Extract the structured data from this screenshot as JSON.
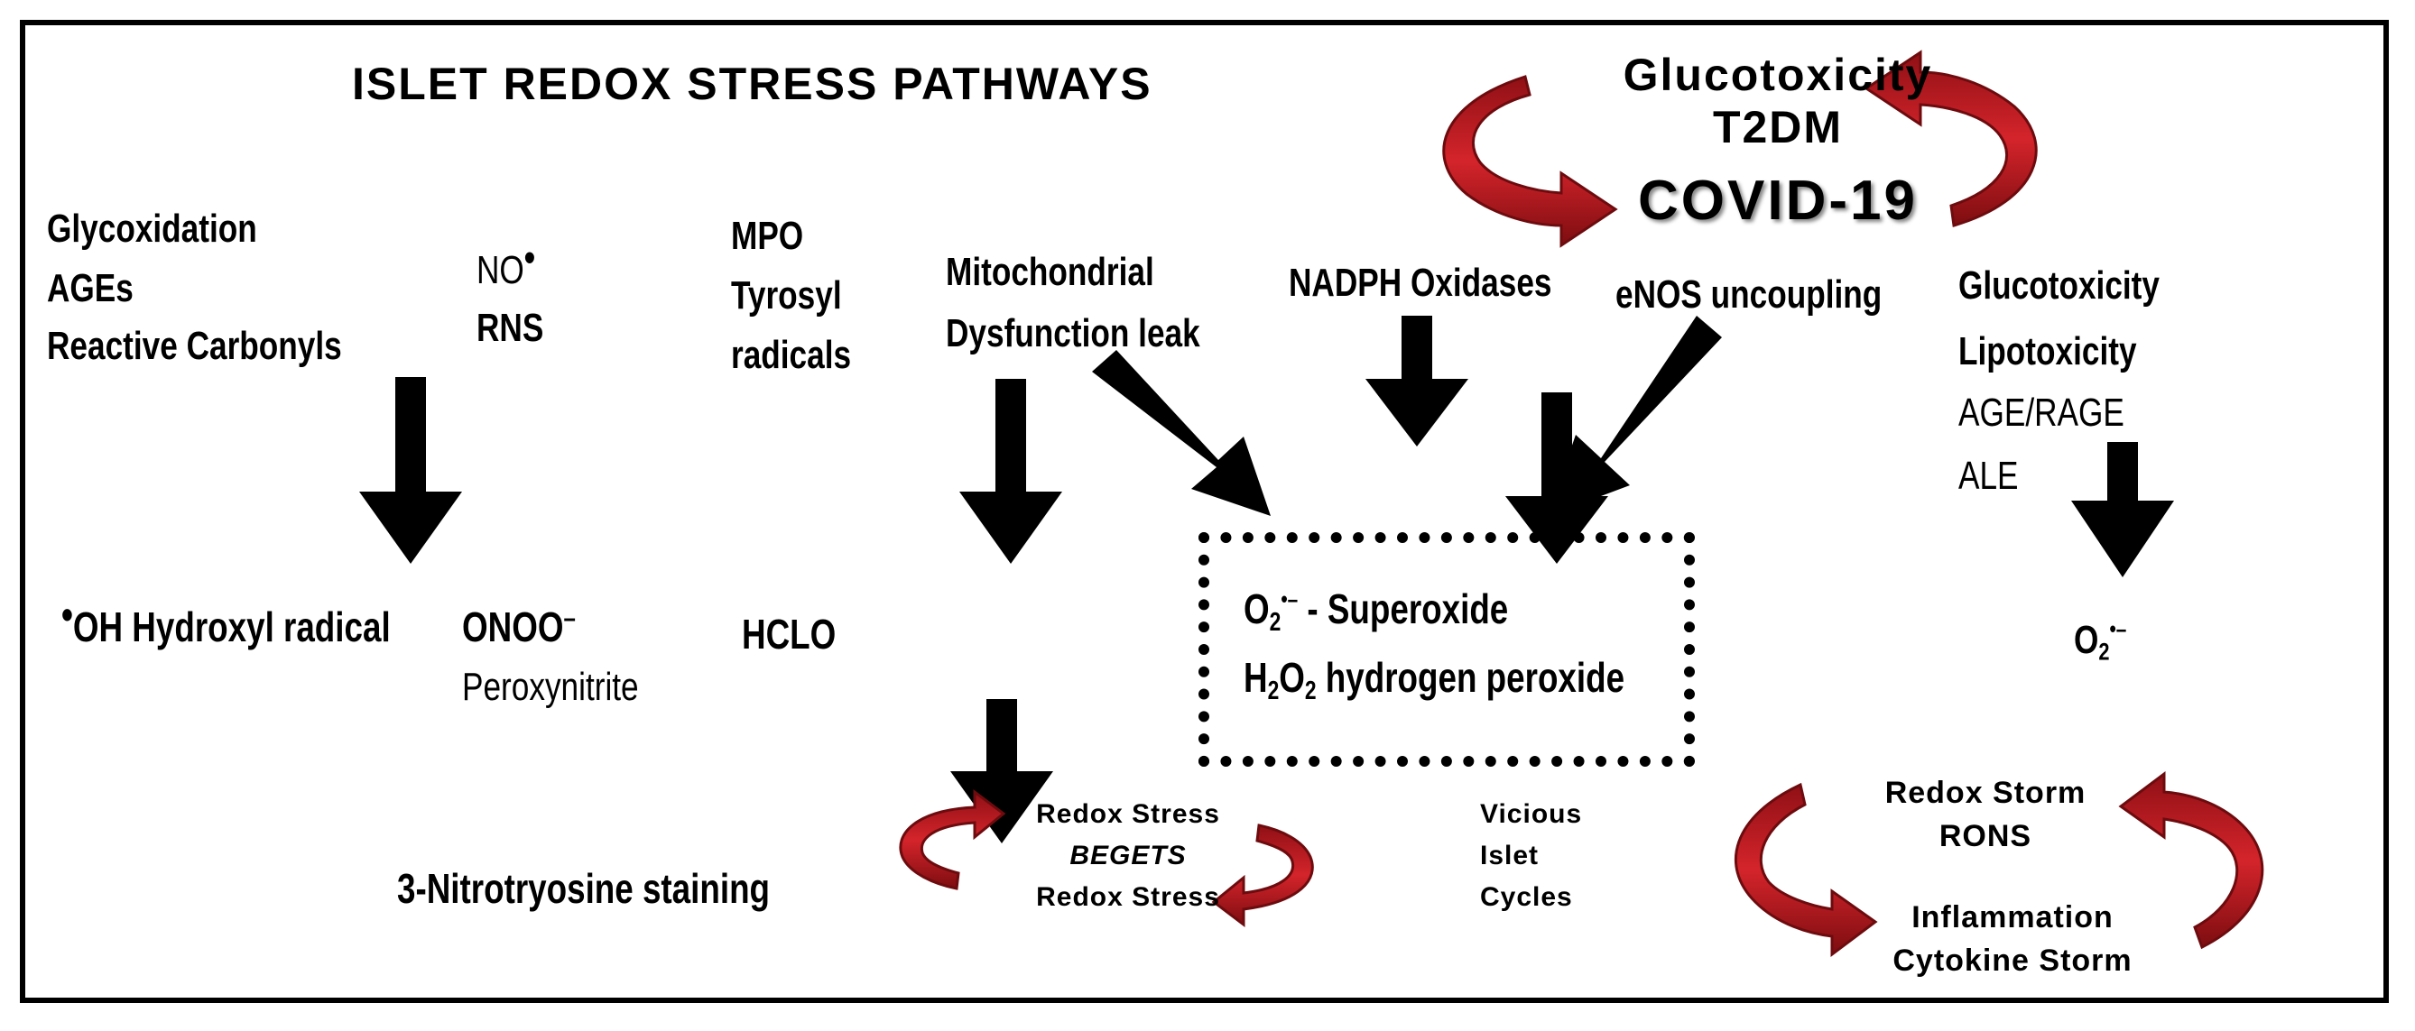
{
  "title": "ISLET REDOX STRESS PATHWAYS",
  "top_cycle": {
    "line1": "Glucotoxicity",
    "line2": "T2DM",
    "line3": "COVID-19"
  },
  "col1": {
    "line1": "Glycoxidation",
    "line2": "AGEs",
    "line3": "Reactive Carbonyls",
    "product_dot": "•",
    "product": "OH Hydroxyl radical"
  },
  "col2": {
    "line1_main": "NO",
    "line1_dot": "•",
    "line2": "RNS",
    "product_main": "ONOO",
    "product_charge": "–",
    "product_sub": "Peroxynitrite",
    "final": "3-Nitrotryosine staining"
  },
  "col3": {
    "line1": "MPO",
    "line2": "Tyrosyl",
    "line3": "radicals",
    "product": "HCLO"
  },
  "sources": {
    "mito_line1": "Mitochondrial",
    "mito_line2": "Dysfunction leak",
    "nadph": "NADPH Oxidases",
    "enos": "eNOS uncoupling"
  },
  "box": {
    "o_main": "O",
    "o_sub": "2",
    "o_sup": "•–",
    "o_label": " -  Superoxide",
    "h_main1": "H",
    "h_sub1": "2",
    "h_main2": "O",
    "h_sub2": "2",
    "h_label": " hydrogen peroxide"
  },
  "col_right": {
    "line1": "Glucotoxicity",
    "line2": "Lipotoxicity",
    "line3": "AGE/RAGE",
    "line4": "ALE",
    "o_main": "O",
    "o_sub": "2",
    "o_sup": "•–"
  },
  "beget_cycle": {
    "line1": "Redox Stress",
    "line2": "BEGETS",
    "line3": "Redox Stress"
  },
  "vicious": {
    "line1": "Vicious",
    "line2": "Islet",
    "line3": "Cycles"
  },
  "storm_cycle": {
    "line1": "Redox Storm",
    "line2": "RONS",
    "line3": "Inflammation",
    "line4": "Cytokine Storm"
  },
  "colors": {
    "cycle_arrow_fill": "#c0141b",
    "cycle_arrow_edge": "#7d0d10",
    "arrow": "#000000"
  }
}
